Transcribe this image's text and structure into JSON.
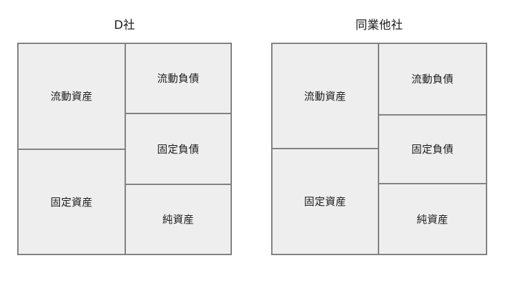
{
  "page": {
    "background_color": "#ffffff",
    "cell_fill_color": "#eeeeee",
    "border_color": "#808080",
    "text_color": "#1a1a1a"
  },
  "chart_data": {
    "type": "bar",
    "title": "",
    "subtitle": "",
    "xlabel": "",
    "ylabel": "",
    "grid": false,
    "legend": "none",
    "description": "Two side-by-side balance-sheet (vertical box) diagrams comparing company D with industry peers. Each diagram is a rectangle split into a left column (assets) and a right column (liabilities and net assets); segment heights are proportional to amounts.",
    "panels": [
      {
        "title": "D社",
        "left_column": {
          "name": "assets",
          "segments": [
            {
              "label": "流動資産",
              "share_pct": 50
            },
            {
              "label": "固定資産",
              "share_pct": 50
            }
          ]
        },
        "right_column": {
          "name": "liabilities_and_net_assets",
          "segments": [
            {
              "label": "流動負債",
              "share_pct": 33
            },
            {
              "label": "固定負債",
              "share_pct": 33
            },
            {
              "label": "純資産",
              "share_pct": 34
            }
          ]
        },
        "column_split_pct": 50
      },
      {
        "title": "同業他社",
        "left_column": {
          "name": "assets",
          "segments": [
            {
              "label": "流動資産",
              "share_pct": 49
            },
            {
              "label": "固定資産",
              "share_pct": 51
            }
          ]
        },
        "right_column": {
          "name": "liabilities_and_net_assets",
          "segments": [
            {
              "label": "流動負債",
              "share_pct": 34
            },
            {
              "label": "固定負債",
              "share_pct": 32
            },
            {
              "label": "純資産",
              "share_pct": 34
            }
          ]
        },
        "column_split_pct": 49
      }
    ]
  },
  "panels": {
    "left": {
      "title": "D社",
      "cells": {
        "current_assets": "流動資産",
        "fixed_assets": "固定資産",
        "current_liabilities": "流動負債",
        "fixed_liabilities": "固定負債",
        "net_assets": "純資産"
      }
    },
    "right": {
      "title": "同業他社",
      "cells": {
        "current_assets": "流動資産",
        "fixed_assets": "固定資産",
        "current_liabilities": "流動負債",
        "fixed_liabilities": "固定負債",
        "net_assets": "純資産"
      }
    }
  }
}
